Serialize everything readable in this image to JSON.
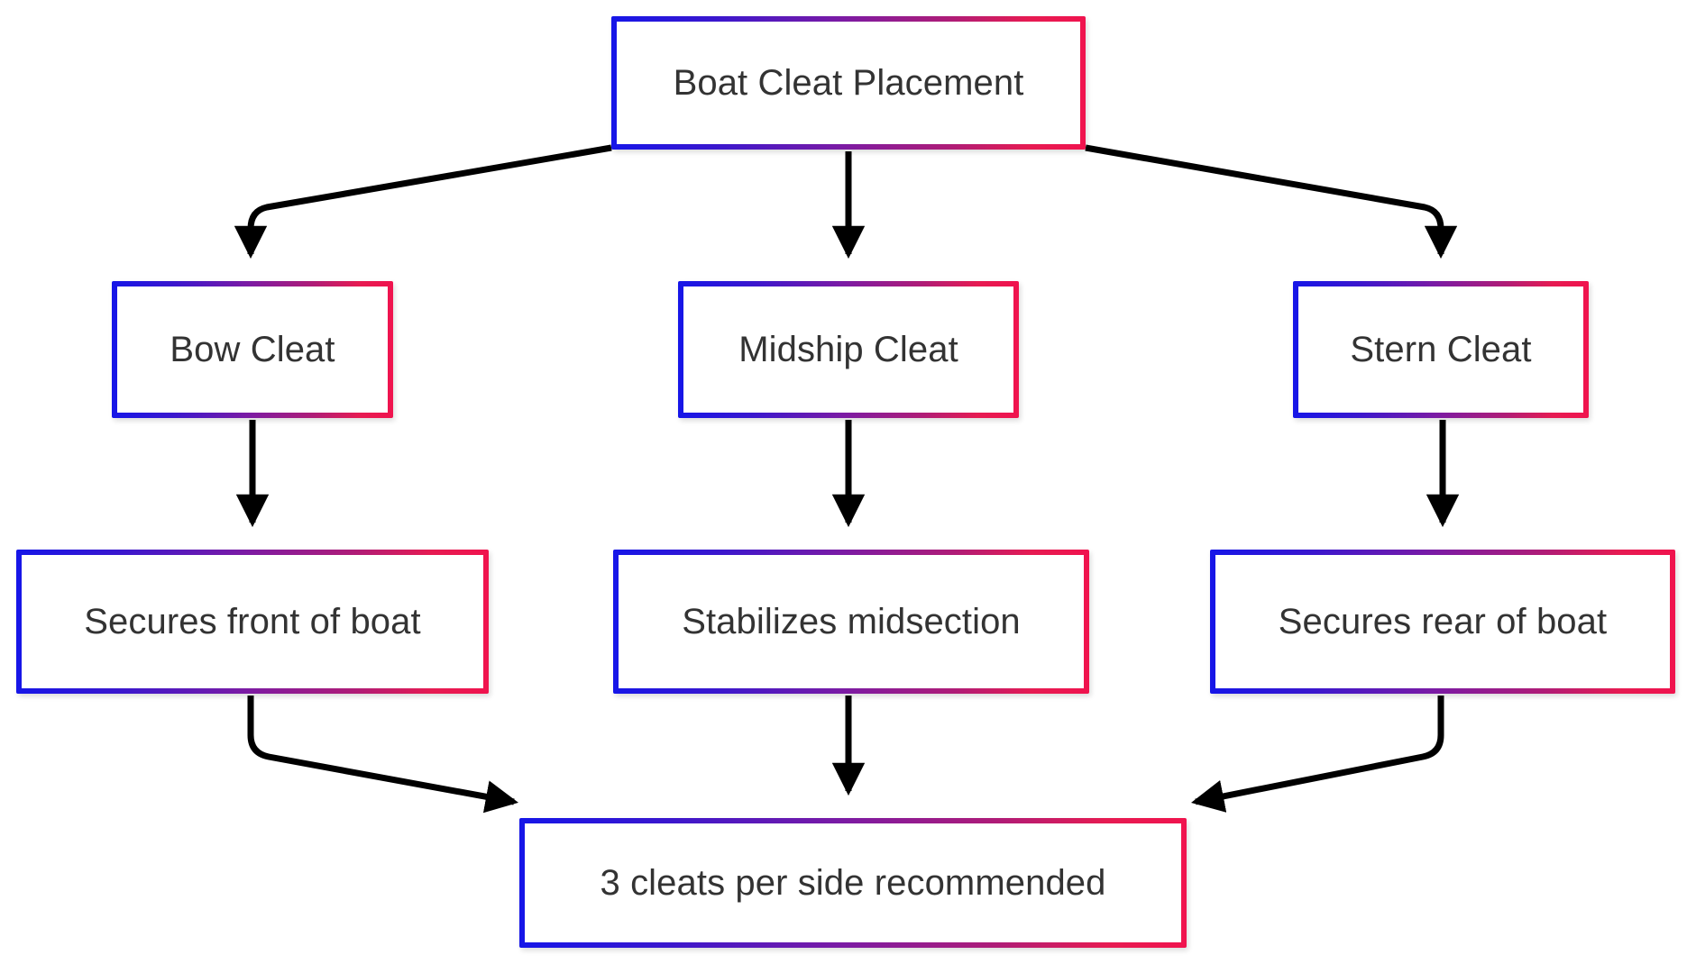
{
  "diagram": {
    "title": "Boat Cleat Placement",
    "type": "flowchart",
    "orientation": "top-down",
    "background_color": "#ffffff",
    "border_gradient_start": "#1616E8",
    "border_gradient_end": "#F0134E",
    "edge_color": "#000000",
    "text_color": "#333333",
    "nodes": [
      {
        "id": "root",
        "label": "Boat Cleat Placement",
        "row": 1
      },
      {
        "id": "bow",
        "label": "Bow Cleat",
        "row": 2
      },
      {
        "id": "mid",
        "label": "Midship Cleat",
        "row": 2
      },
      {
        "id": "stern",
        "label": "Stern Cleat",
        "row": 2
      },
      {
        "id": "bowd",
        "label": "Secures front of boat",
        "row": 3
      },
      {
        "id": "midd",
        "label": "Stabilizes midsection",
        "row": 3
      },
      {
        "id": "sternd",
        "label": "Secures rear of boat",
        "row": 3
      },
      {
        "id": "final",
        "label": "3 cleats per side recommended",
        "row": 4
      }
    ],
    "edges": [
      {
        "from": "root",
        "to": "bow",
        "style": "curved-arrow"
      },
      {
        "from": "root",
        "to": "mid",
        "style": "straight-arrow"
      },
      {
        "from": "root",
        "to": "stern",
        "style": "curved-arrow"
      },
      {
        "from": "bow",
        "to": "bowd",
        "style": "straight-arrow"
      },
      {
        "from": "mid",
        "to": "midd",
        "style": "straight-arrow"
      },
      {
        "from": "stern",
        "to": "sternd",
        "style": "straight-arrow"
      },
      {
        "from": "bowd",
        "to": "final",
        "style": "curved-arrow"
      },
      {
        "from": "midd",
        "to": "final",
        "style": "straight-arrow"
      },
      {
        "from": "sternd",
        "to": "final",
        "style": "curved-arrow"
      }
    ]
  }
}
